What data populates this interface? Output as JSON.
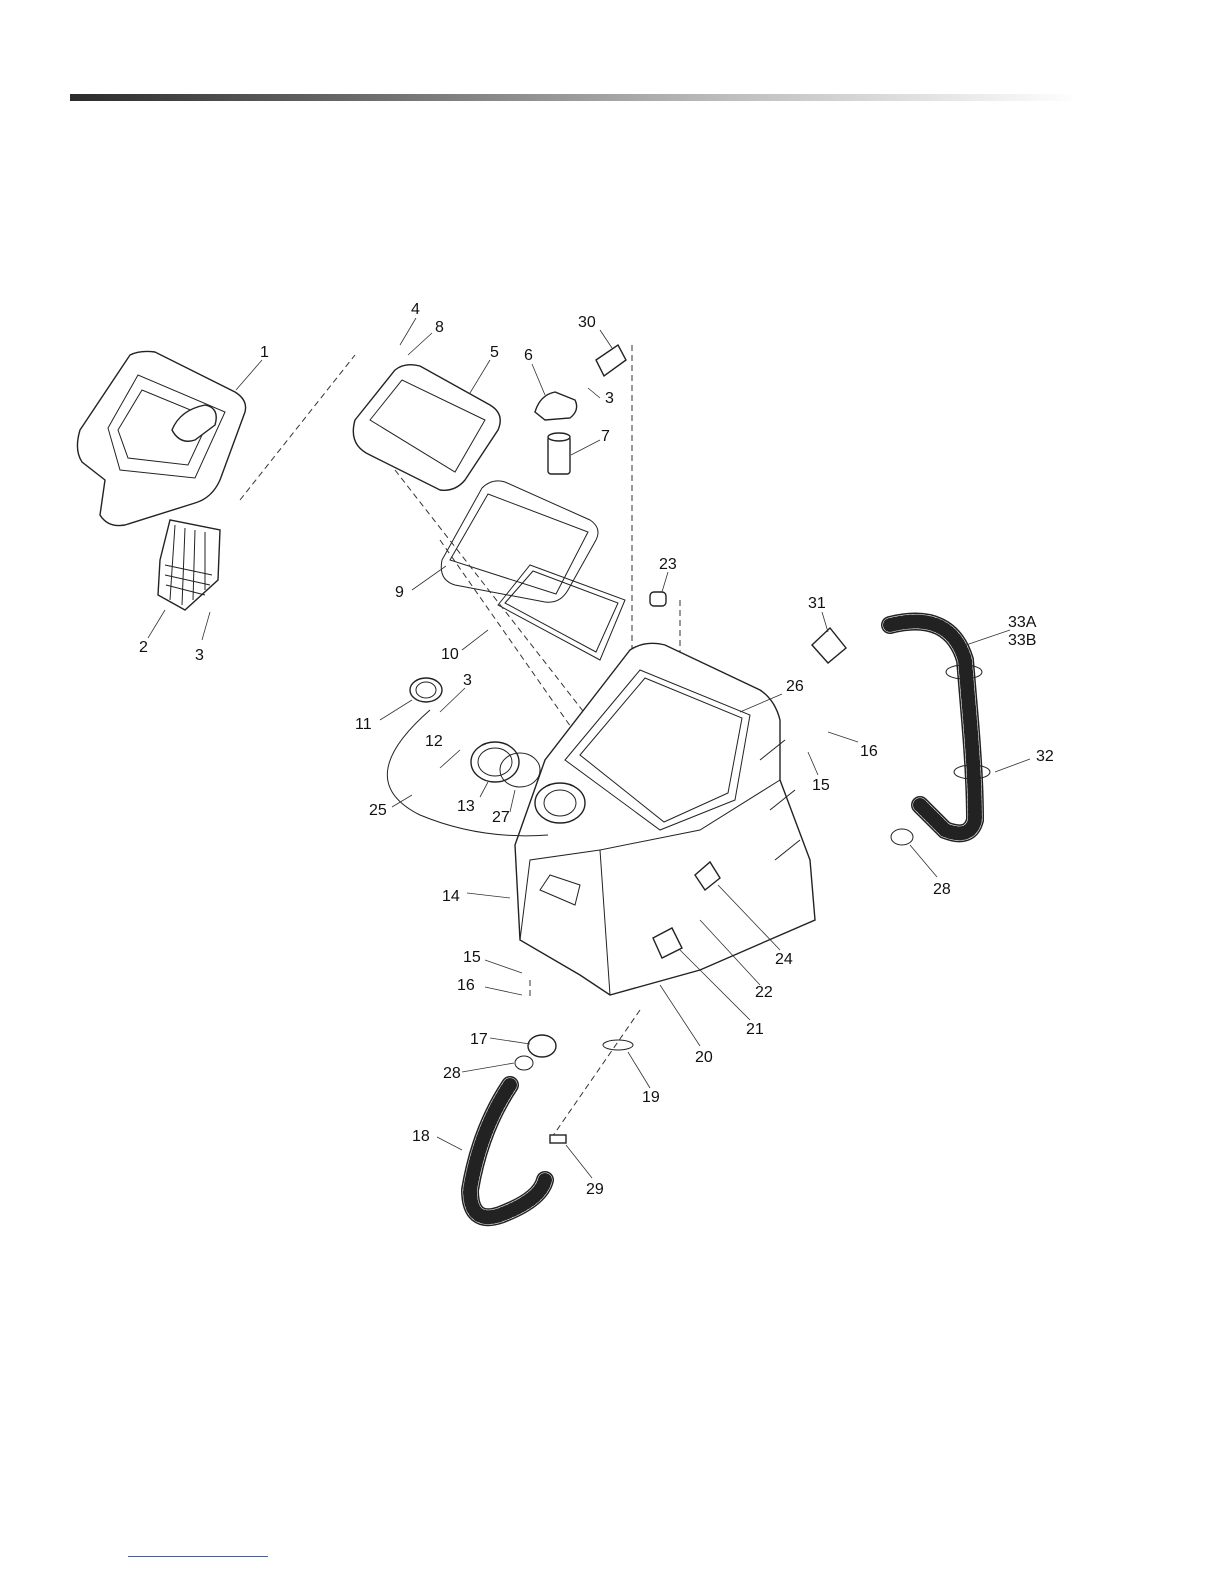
{
  "labels": [
    {
      "id": "1",
      "text": "1"
    },
    {
      "id": "2",
      "text": "2"
    },
    {
      "id": "3a",
      "text": "3"
    },
    {
      "id": "3b",
      "text": "3"
    },
    {
      "id": "3c",
      "text": "3"
    },
    {
      "id": "4",
      "text": "4"
    },
    {
      "id": "5",
      "text": "5"
    },
    {
      "id": "6",
      "text": "6"
    },
    {
      "id": "7",
      "text": "7"
    },
    {
      "id": "8",
      "text": "8"
    },
    {
      "id": "9",
      "text": "9"
    },
    {
      "id": "10",
      "text": "10"
    },
    {
      "id": "11",
      "text": "11"
    },
    {
      "id": "12",
      "text": "12"
    },
    {
      "id": "13",
      "text": "13"
    },
    {
      "id": "14",
      "text": "14"
    },
    {
      "id": "15a",
      "text": "15"
    },
    {
      "id": "15b",
      "text": "15"
    },
    {
      "id": "16a",
      "text": "16"
    },
    {
      "id": "16b",
      "text": "16"
    },
    {
      "id": "17",
      "text": "17"
    },
    {
      "id": "18",
      "text": "18"
    },
    {
      "id": "19",
      "text": "19"
    },
    {
      "id": "20",
      "text": "20"
    },
    {
      "id": "21",
      "text": "21"
    },
    {
      "id": "22",
      "text": "22"
    },
    {
      "id": "23",
      "text": "23"
    },
    {
      "id": "24",
      "text": "24"
    },
    {
      "id": "25",
      "text": "25"
    },
    {
      "id": "26",
      "text": "26"
    },
    {
      "id": "27",
      "text": "27"
    },
    {
      "id": "28a",
      "text": "28"
    },
    {
      "id": "28b",
      "text": "28"
    },
    {
      "id": "29",
      "text": "29"
    },
    {
      "id": "30",
      "text": "30"
    },
    {
      "id": "31",
      "text": "31"
    },
    {
      "id": "32",
      "text": "32"
    },
    {
      "id": "33a",
      "text": "33A"
    },
    {
      "id": "33b",
      "text": "33B"
    }
  ]
}
